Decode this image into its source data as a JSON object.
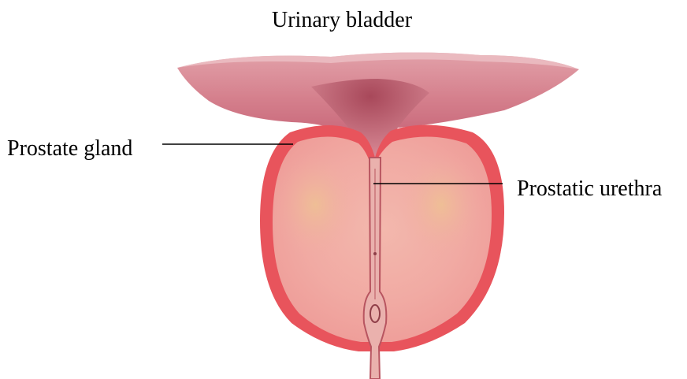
{
  "labels": {
    "bladder": "Urinary bladder",
    "gland": "Prostate gland",
    "urethra": "Prostatic urethra"
  },
  "colors": {
    "tissue_outer": "#e9545c",
    "tissue_inner": "#f2a8a4",
    "tissue_glandular": "#ecc08e",
    "bladder_wall": "#c96878",
    "bladder_light": "#e3a3ab",
    "leader_line": "#000000"
  }
}
